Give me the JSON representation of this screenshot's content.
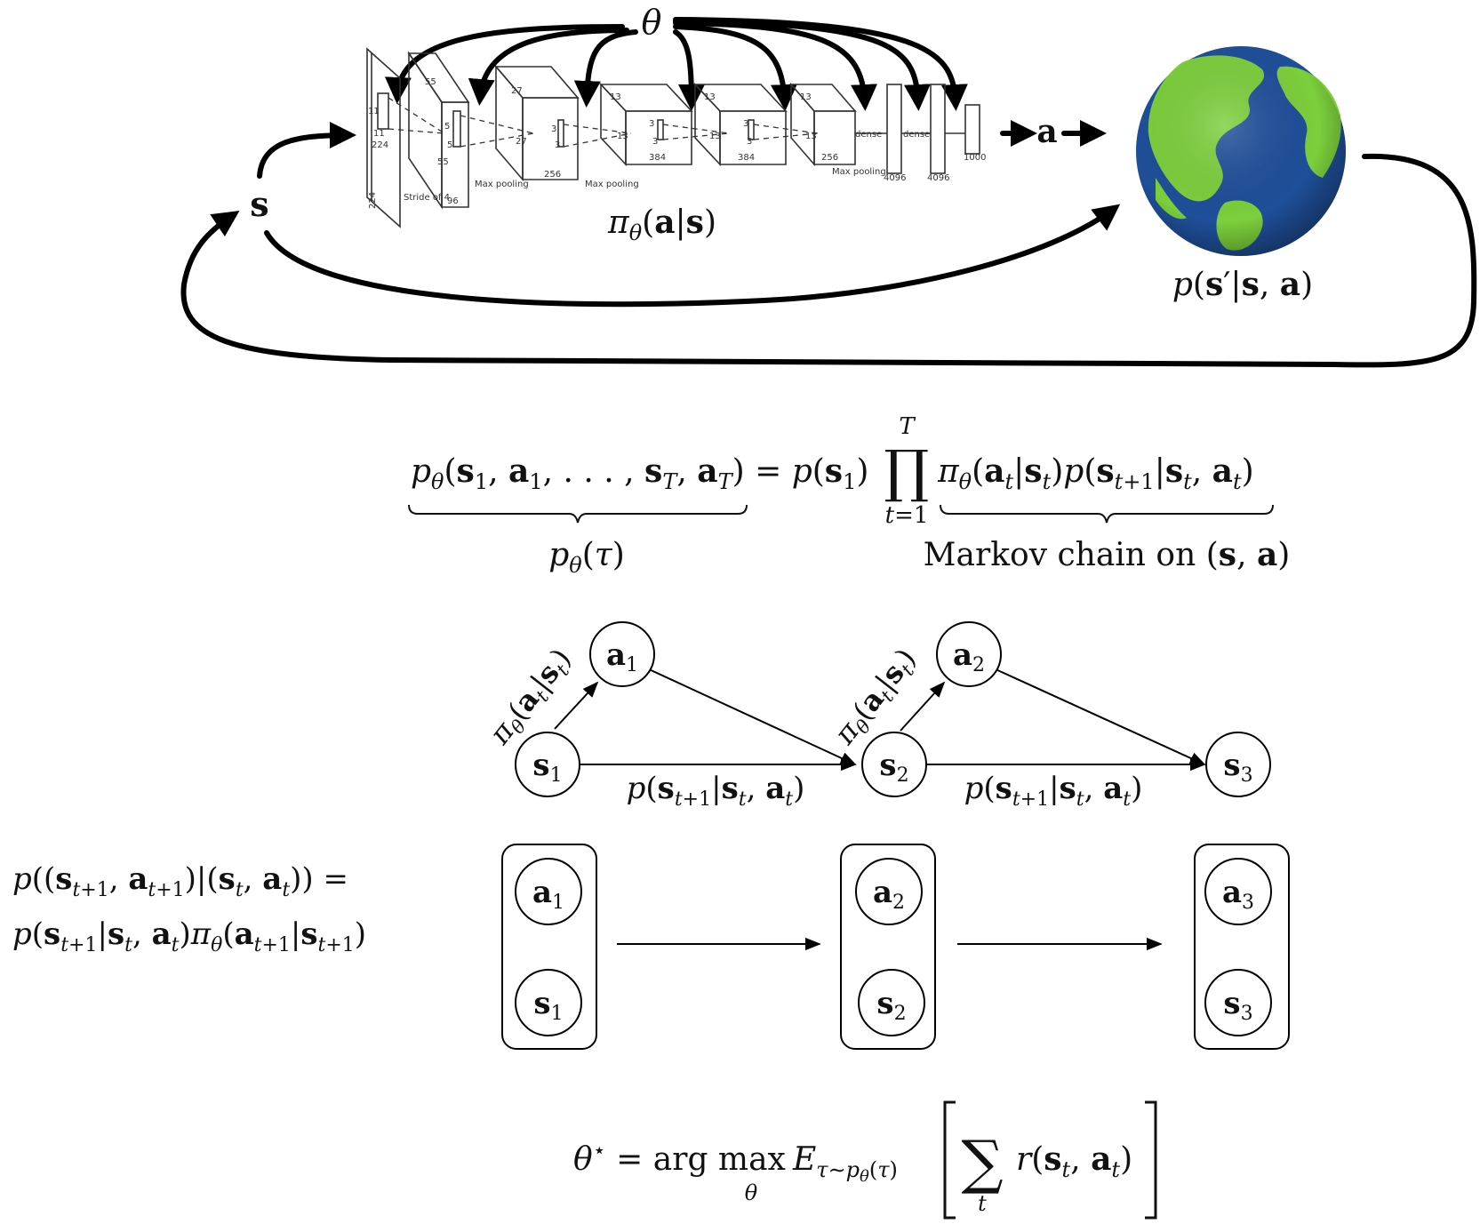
{
  "top": {
    "theta": "θ",
    "state": "s",
    "action": "a",
    "policy": "π_θ(a|s)",
    "dynamics": "p(s′|s, a)",
    "cnn": {
      "labels": [
        "224",
        "224",
        "11",
        "11",
        "Stride of 4",
        "55",
        "55",
        "96",
        "5",
        "5",
        "Max pooling",
        "27",
        "27",
        "256",
        "3",
        "3",
        "Max pooling",
        "13",
        "13",
        "384",
        "3",
        "3",
        "13",
        "13",
        "384",
        "3",
        "3",
        "13",
        "13",
        "256",
        "Max pooling",
        "dense",
        "dense",
        "4096",
        "4096",
        "1000"
      ]
    },
    "globe_colors": {
      "ocean": "#1f4f9a",
      "land": "#7ccf3c"
    }
  },
  "trajectory_eq": {
    "lhs": "p_θ(s₁, a₁, . . . , s_T, a_T) = p(s₁)",
    "prod_top": "T",
    "prod_symbol": "∏",
    "prod_bottom": "t=1",
    "rhs": "π_θ(a_t|s_t)p(s_{t+1}|s_t, a_t)",
    "brace_left_label": "p_θ(τ)",
    "brace_right_label": "Markov chain on (s, a)"
  },
  "graph": {
    "nodes": [
      "a₁",
      "a₂",
      "s₁",
      "s₂",
      "s₃"
    ],
    "policy_label_1": "π_θ(a_t|s_t)",
    "policy_label_2": "π_θ(a_t|s_t)",
    "transition_label_1": "p(s_{t+1}|s_t, a_t)",
    "transition_label_2": "p(s_{t+1}|s_t, a_t)"
  },
  "markov": {
    "eq_line1": "p((s_{t+1}, a_{t+1})|(s_t, a_t)) =",
    "eq_line2": "p(s_{t+1}|s_t, a_t)π_θ(a_{t+1}|s_{t+1})",
    "groups": [
      {
        "a": "a₁",
        "s": "s₁"
      },
      {
        "a": "a₂",
        "s": "s₂"
      },
      {
        "a": "a₃",
        "s": "s₃"
      }
    ]
  },
  "objective": {
    "lhs": "θ* = arg max",
    "argmax_sub": "θ",
    "expect": "E_{τ∼p_θ(τ)}",
    "sum": "∑",
    "sum_sub": "t",
    "reward": "r(s_t, a_t)"
  }
}
